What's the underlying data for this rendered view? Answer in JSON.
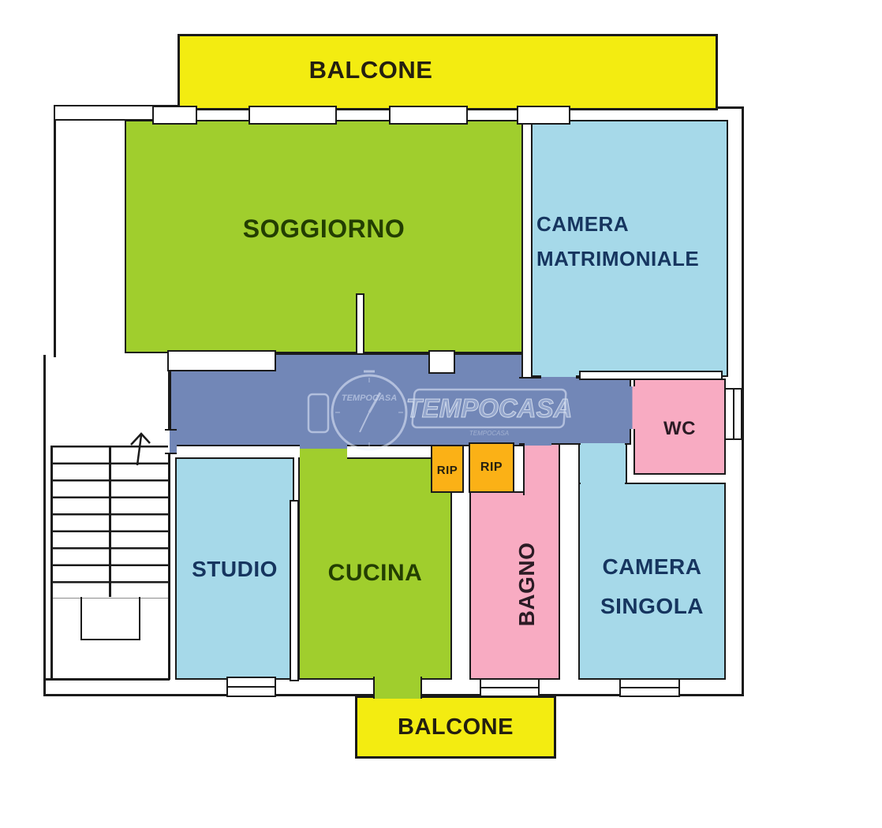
{
  "plan": {
    "rooms": {
      "balcone_top": {
        "label": "BALCONE"
      },
      "soggiorno": {
        "label": "SOGGIORNO"
      },
      "camera_matrimoniale": {
        "line1": "CAMERA",
        "line2": "MATRIMONIALE"
      },
      "wc": {
        "label": "WC"
      },
      "rip1": {
        "label": "RIP"
      },
      "rip2": {
        "label": "RIP"
      },
      "studio": {
        "label": "STUDIO"
      },
      "cucina": {
        "label": "CUCINA"
      },
      "bagno": {
        "label": "BAGNO"
      },
      "camera_singola": {
        "line1": "CAMERA",
        "line2": "SINGOLA"
      },
      "balcone_bottom": {
        "label": "BALCONE"
      }
    },
    "watermark": {
      "brand": "TEMPOCASA",
      "watch_text": "TEMPOCASA",
      "sub_text": "TEMPOCASA"
    },
    "colors": {
      "balcony": "#F3EC11",
      "living": "#A0CE2D",
      "bedroom": "#A6D9E9",
      "corridor": "#7287B7",
      "bath": "#F8ABC2",
      "storage": "#FBB116",
      "wall": "#1A1A1A",
      "label_green": "#233E02",
      "label_navy": "#16355F",
      "label_dark": "#241F10",
      "label_plum": "#2B1B24"
    }
  }
}
